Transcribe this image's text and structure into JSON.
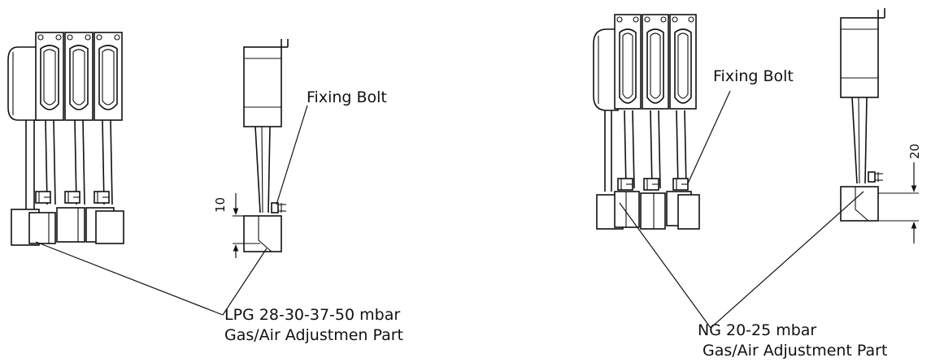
{
  "left_drawing": {
    "fixing_bolt_label": "Fixing Bolt",
    "dimension_label": "10",
    "callout_line1": "LPG 28-30-37-50 mbar",
    "callout_line2": "Gas/Air Adjustmen Part"
  },
  "right_drawing": {
    "fixing_bolt_label": "Fixing Bolt",
    "dimension_label": "20",
    "callout_line1": "NG 20-25 mbar",
    "callout_line2": "Gas/Air Adjustment Part"
  }
}
